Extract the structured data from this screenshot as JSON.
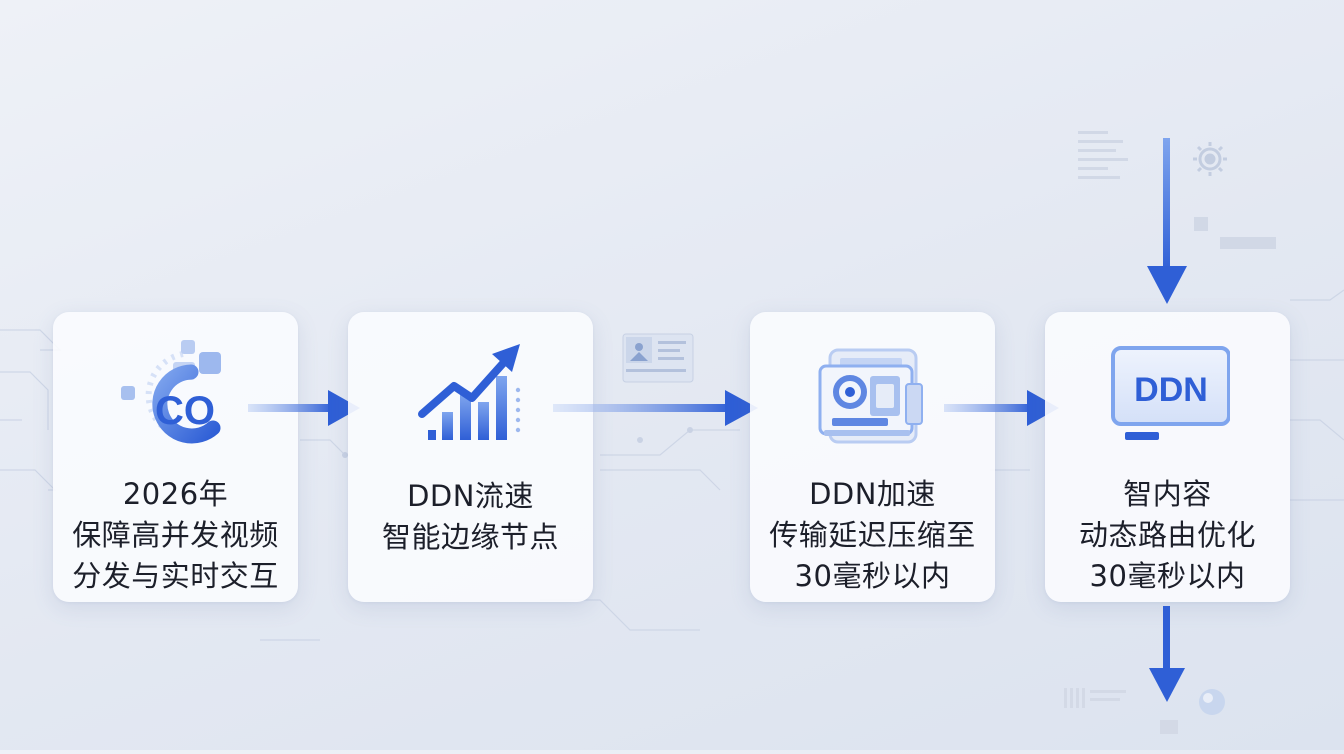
{
  "colors": {
    "accent": "#2f5fd6",
    "accent_light": "#8fb0f0",
    "card_bg": "#f9fafd",
    "text": "#1c1f2a"
  },
  "steps": [
    {
      "icon": "cdn-co-icon",
      "icon_text": "CO",
      "lines": [
        "2026年",
        "保障高并发视频",
        "分发与实时交互"
      ]
    },
    {
      "icon": "growth-chart-icon",
      "lines": [
        "DDN流速",
        "智能边缘节点"
      ]
    },
    {
      "icon": "media-transfer-icon",
      "lines": [
        "DDN加速",
        "传输延迟压缩至",
        "30毫秒以内"
      ]
    },
    {
      "icon": "ddn-monitor-icon",
      "icon_text": "DDN",
      "lines": [
        "智内容",
        "动态路由优化",
        "30毫秒以内"
      ]
    }
  ]
}
